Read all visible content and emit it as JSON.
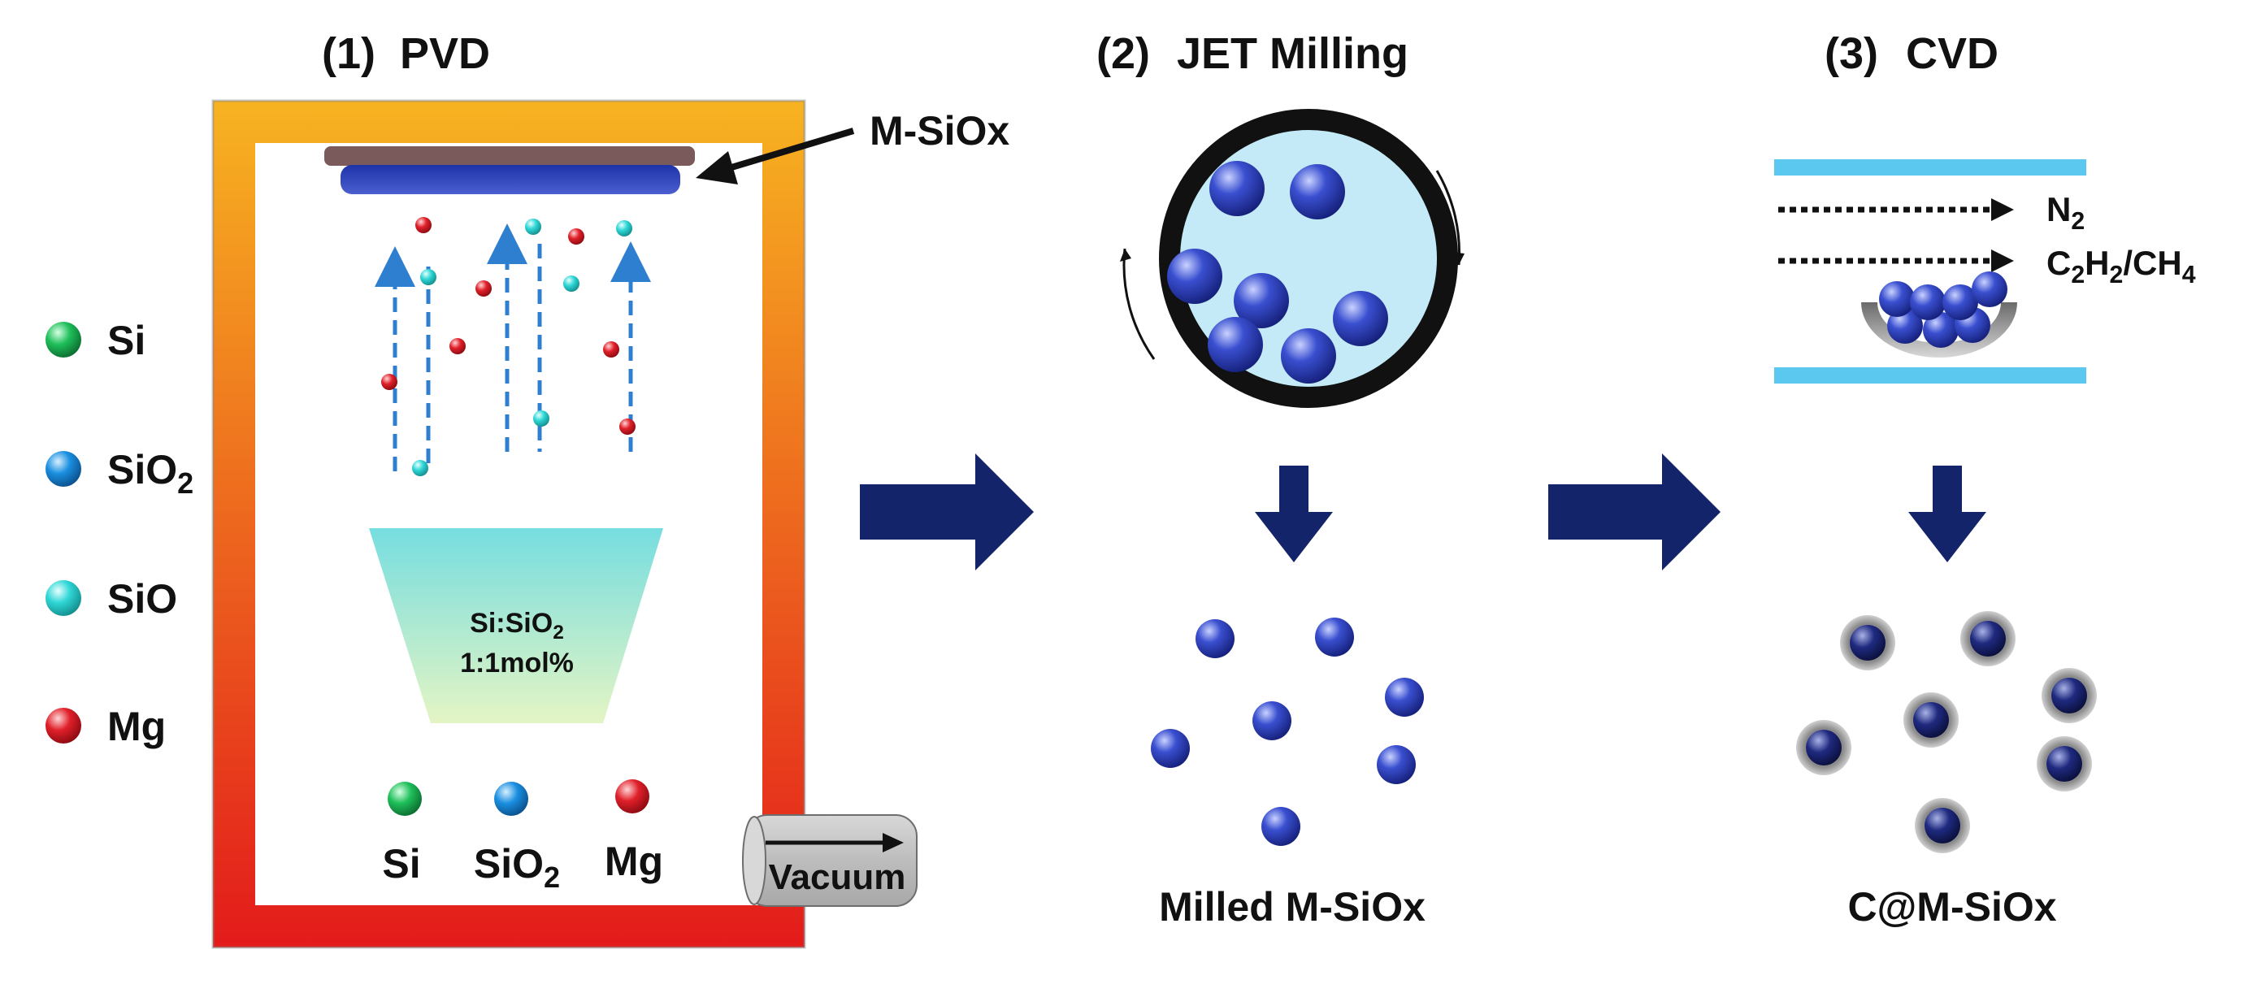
{
  "steps": [
    {
      "number": "(1)",
      "name": "PVD"
    },
    {
      "number": "(2)",
      "name": "JET Milling"
    },
    {
      "number": "(3)",
      "name": "CVD"
    }
  ],
  "legend": [
    {
      "symbol": "Si",
      "sub": "",
      "color": "#1fbf5a"
    },
    {
      "symbol": "SiO",
      "sub": "2",
      "color": "#1a8fe0"
    },
    {
      "symbol": "SiO",
      "sub": "",
      "color": "#2fd6d6"
    },
    {
      "symbol": "Mg",
      "sub": "",
      "color": "#e0202a"
    }
  ],
  "pvd": {
    "target_label": "M-SiOx",
    "crucible_line1_main": "Si:SiO",
    "crucible_line1_sub": "2",
    "crucible_line2": "1:1mol%",
    "sources": [
      {
        "symbol": "Si",
        "sub": "",
        "color": "#1fbf5a"
      },
      {
        "symbol": "SiO",
        "sub": "2",
        "color": "#1a8fe0"
      },
      {
        "symbol": "Mg",
        "sub": "",
        "color": "#e0202a"
      }
    ],
    "vacuum_label": "Vacuum"
  },
  "milling": {
    "product_label": "Milled M-SiOx"
  },
  "cvd": {
    "gas1_main": "N",
    "gas1_sub": "2",
    "gas2_parts": [
      {
        "t": "C",
        "s": "2"
      },
      {
        "t": "H",
        "s": "2"
      },
      {
        "t": "/CH",
        "s": "4"
      }
    ],
    "product_label": "C@M-SiOx"
  },
  "colors": {
    "furnace_top": "#f7b321",
    "furnace_bottom": "#e31b1b",
    "arrow": "#14246a",
    "flow_arrow": "#2f7fd0",
    "cvd_plate": "#5bc8f0",
    "particle": "#2b3fb8",
    "coating": "#9a9a9a"
  }
}
